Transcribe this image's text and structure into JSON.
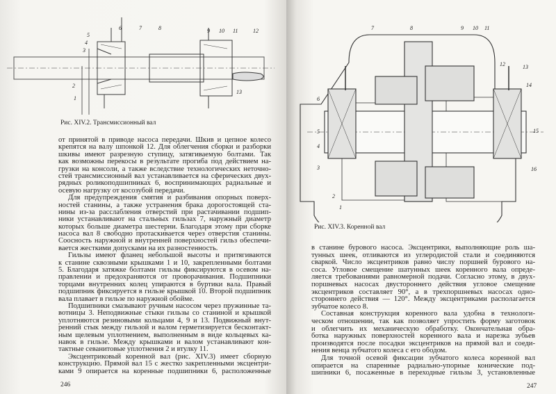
{
  "left_page": {
    "figure": {
      "caption": "Рис. XIV.2. Трансмиссионный вал",
      "labels": [
        "5",
        "4",
        "3",
        "2",
        "1",
        "6",
        "7",
        "8",
        "9",
        "10",
        "11",
        "12",
        "13"
      ]
    },
    "lines": [
      {
        "t": "от принятой в приводе насоса передачи. Шкив и цепное колесо"
      },
      {
        "t": "крепятся на валу шпонкой 12. Для облегчения сборки и разборки"
      },
      {
        "t": "шкивы имеют разрезную ступицу, затягиваемую болтами. Так"
      },
      {
        "t": "как возможны перекосы в результате прогиба под действием на-"
      },
      {
        "t": "грузки на консоли, а также вследствие технологических неточно-"
      },
      {
        "t": "стей трансмиссионный вал устанавливается на сферических двух-"
      },
      {
        "t": "рядных роликоподшипниках 6, воспринимающих радиальные и"
      },
      {
        "t": "осевую нагрузку от косозубой передачи.",
        "end": true
      },
      {
        "t": "Для предупреждения смятия и разбивания опорных поверх-",
        "indent": true
      },
      {
        "t": "ностей станины, а также устранения брака дорогостоящей ста-"
      },
      {
        "t": "нины из-за расслабления отверстий при растачивании подшип-"
      },
      {
        "t": "ники устанавливают на стальных гильзах 7, наружный диаметр"
      },
      {
        "t": "которых больше диаметра шестерни. Благодаря этому при сборке"
      },
      {
        "t": "насоса вал 8 свободно протаскивается через отверстия станины."
      },
      {
        "t": "Соосность наружной и внутренней поверхностей гильз обеспечи-"
      },
      {
        "t": "вается жесткими допусками на их разностенность.",
        "end": true
      },
      {
        "t": "Гильзы имеют фланец небольшой высоты и притягиваются",
        "indent": true
      },
      {
        "t": "к станине сквозными крышками 1 и 10, закрепленными болтами"
      },
      {
        "t": "5. Благодаря затяжке болтами гильзы фиксируются в осевом на-"
      },
      {
        "t": "правлении и предохраняются от проворачивания. Подшипники"
      },
      {
        "t": "торцами внутренних колец упираются в буртики вала. Правый"
      },
      {
        "t": "подшипник фиксируется в гильзе крышкой 10. Второй подшипник"
      },
      {
        "t": "вала плавает в гильзе по наружной обойме.",
        "end": true
      },
      {
        "t": "Подшипники смазывают ручным насосом через пружинные та-",
        "indent": true
      },
      {
        "t": "вотницы 3. Неподвижные стыки гильзы со станиной и крышкой"
      },
      {
        "t": "уплотняются резиновыми кольцами 4, 9 и 13. Подвижный внут-"
      },
      {
        "t": "ренний стык между гильзой и валом герметизируется бесконтакт-"
      },
      {
        "t": "ным щелевым уплотнением, выполненным в виде кольцевых ка-"
      },
      {
        "t": "навок в гильзе. Между крышками и валом устанавливают кон-"
      },
      {
        "t": "тактные севанитовые уплотнения 2 и втулку 11.",
        "end": true
      },
      {
        "t": "Эксцентриковый коренной вал (рис. XIV.3) имеет сборную",
        "indent": true
      },
      {
        "t": "конструкцию. Прямой вал 15 с жестко закрепленными эксцентри-"
      },
      {
        "t": "ками 9 опирается на коренные подшипники 6, расположенные"
      }
    ],
    "page_number": "246"
  },
  "right_page": {
    "figure": {
      "caption": "Рис. XIV.3. Коренной вал",
      "labels": [
        "7",
        "8",
        "9",
        "10",
        "11",
        "12",
        "13",
        "14",
        "6",
        "5",
        "4",
        "3",
        "2",
        "1",
        "15",
        "16"
      ]
    },
    "lines": [
      {
        "t": "в станине бурового насоса. Эксцентрики, выполняющие роль ша-"
      },
      {
        "t": "тунных шеек, отливаются из углеродистой стали и соединяются"
      },
      {
        "t": "сваркой. Число эксцентриков равно числу поршней бурового на-"
      },
      {
        "t": "соса. Угловое смещение шатунных шеек коренного вала опреде-"
      },
      {
        "t": "ляется требованиями равномерной подачи. Согласно этому, в двух-"
      },
      {
        "t": "поршневых насосах двустороннего действия угловое смещение"
      },
      {
        "t": "эксцентриков составляет 90°, а в трехпоршневых насосах одно-"
      },
      {
        "t": "стороннего действия — 120°. Между эксцентриками располагается"
      },
      {
        "t": "зубчатое колесо 8.",
        "end": true
      },
      {
        "t": "Составная конструкция коренного вала удобна в технологи-",
        "indent": true
      },
      {
        "t": "ческом отношении, так как позволяет упростить форму заготовок"
      },
      {
        "t": "и облегчить их механическую обработку. Окончательная обра-"
      },
      {
        "t": "ботка наружных поверхностей коренного вала и нарезка зубьев"
      },
      {
        "t": "производятся после посадки эксцентриков на прямой вал и соеди-"
      },
      {
        "t": "нения венца зубчатого колеса с его ободом.",
        "end": true
      },
      {
        "t": "Для точной осевой фиксации зубчатого колеса коренной вал",
        "indent": true
      },
      {
        "t": "опирается на спаренные радиально-упорные конические под-"
      },
      {
        "t": "шипники 6, посаженные в переходные гильзы 3, установленные"
      }
    ],
    "page_number": "247"
  }
}
